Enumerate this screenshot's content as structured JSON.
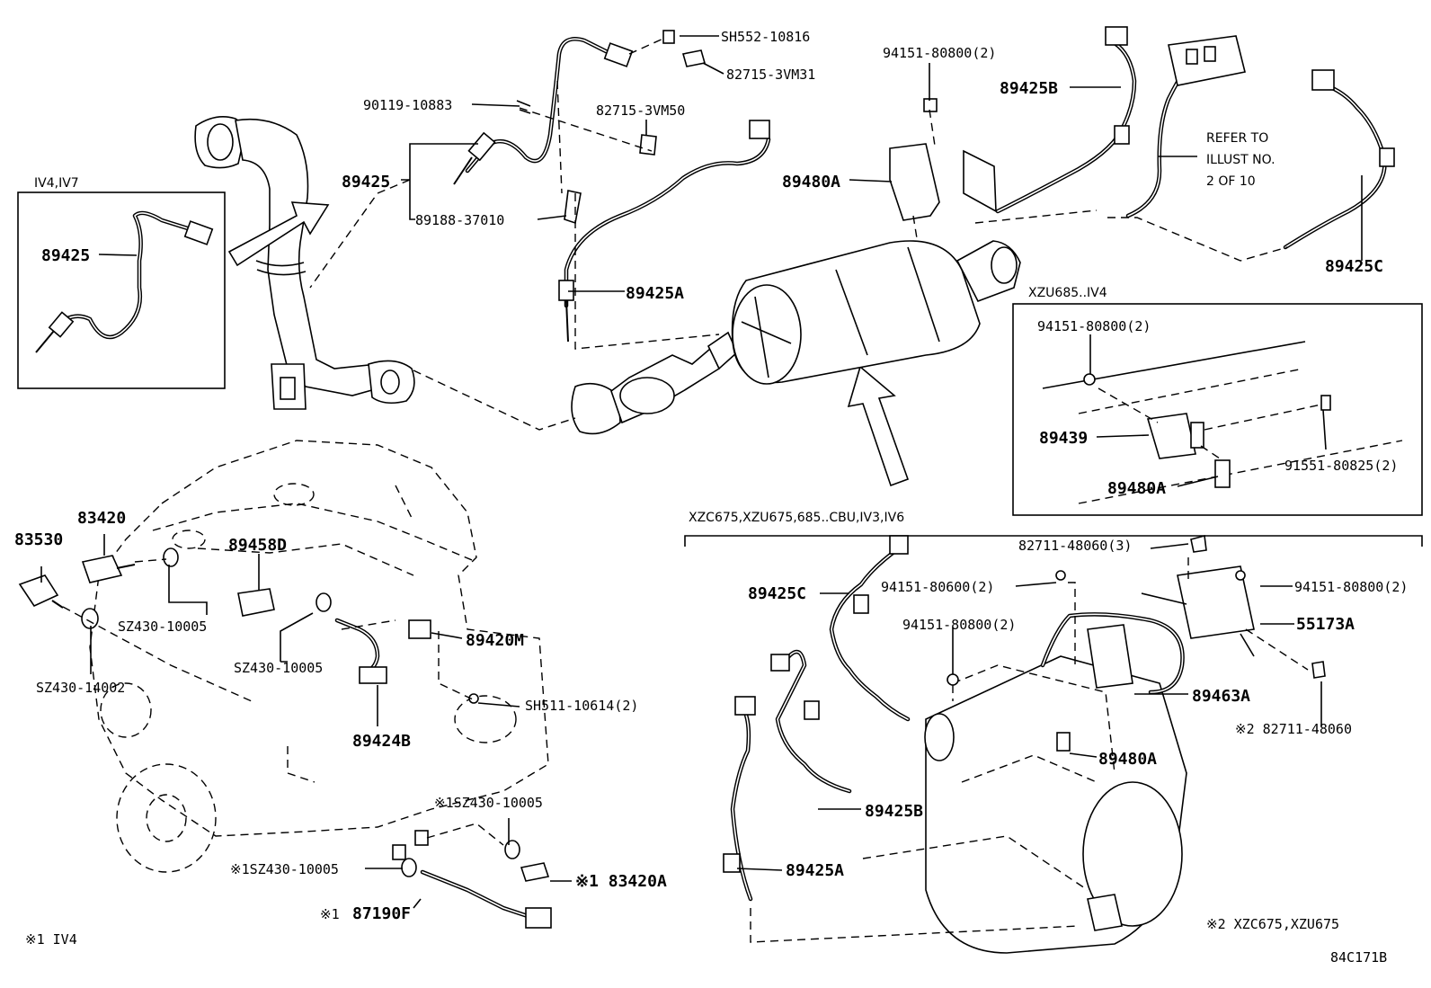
{
  "labels": {
    "sh552_10816": "SH552-10816",
    "p82715_3vm31": "82715-3VM31",
    "p90119_10883": "90119-10883",
    "p82715_3vm50": "82715-3VM50",
    "p89425": "89425",
    "p89188_37010": "89188-37010",
    "p89425a": "89425A",
    "p94151_80800_top": "94151-80800(2)",
    "p89480a_top": "89480A",
    "p89425b_top": "89425B",
    "refer_line1": "REFER TO",
    "refer_line2": "ILLUST NO.",
    "refer_line3": "2 OF 10",
    "p89425c_top": "89425C",
    "iv4_iv7": "IV4,IV7",
    "p89425_inset": "89425",
    "xzu685_iv4": "XZU685..IV4",
    "p94151_80800_inset": "94151-80800(2)",
    "p89439": "89439",
    "p91551_80825": "91551-80825(2)",
    "p89480a_inset": "89480A",
    "xzc_group": "XZC675,XZU675,685..CBU,IV3,IV6",
    "p82711_48060_3": "82711-48060(3)",
    "p89425c_bottom": "89425C",
    "p94151_80600": "94151-80600(2)",
    "p94151_80800_br1": "94151-80800(2)",
    "p94151_80800_br2": "94151-80800(2)",
    "p55173a": "55173A",
    "p89463a": "89463A",
    "p82711_48060_note": "※2 82711-48060",
    "p89480a_bottom": "89480A",
    "p89425b_bottom": "89425B",
    "p89425a_bottom": "89425A",
    "note_xzc": "※2 XZC675,XZU675",
    "p83530": "83530",
    "p83420": "83420",
    "p89458d": "89458D",
    "sz430_10005_a": "SZ430-10005",
    "sz430_14002": "SZ430-14002",
    "sz430_10005_b": "SZ430-10005",
    "p89420m": "89420M",
    "sh511_10614": "SH511-10614(2)",
    "p89424b": "89424B",
    "sz430_10005_c": "※1SZ430-10005",
    "sz430_10005_d": "※1SZ430-10005",
    "p83420a": "※1 83420A",
    "p87190f_mark": "※1",
    "p87190f": "87190F",
    "note_iv4": "※1 IV4",
    "code": "84C171B"
  }
}
